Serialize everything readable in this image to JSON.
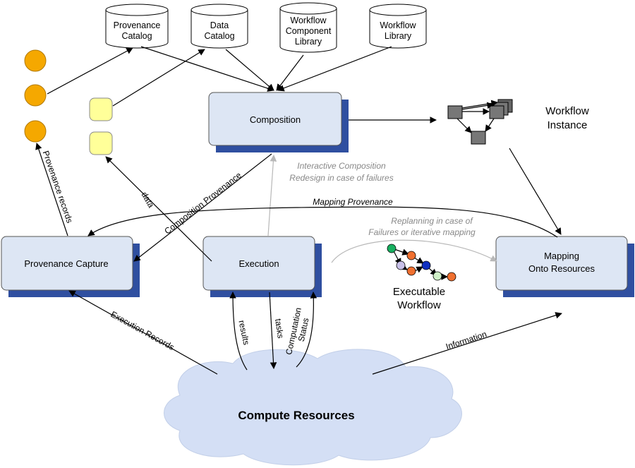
{
  "colors": {
    "box_fill": "#dde6f4",
    "box_shadow": "#2f4fa0",
    "provenance_circle": "#f5a800",
    "composition_square": "#ffff99",
    "cloud": "#d4dff5",
    "grey_text": "#888888"
  },
  "databases": {
    "provenance_catalog": [
      "Provenance",
      "Catalog"
    ],
    "data_catalog": [
      "Data",
      "Catalog"
    ],
    "workflow_component_library": [
      "Workflow",
      "Component",
      "Library"
    ],
    "workflow_library": [
      "Workflow",
      "Library"
    ]
  },
  "boxes": {
    "composition": "Composition",
    "execution": "Execution",
    "provenance_capture": "Provenance Capture",
    "mapping": [
      "Mapping",
      "Onto Resources"
    ]
  },
  "labels": {
    "workflow_instance": [
      "Workflow",
      "Instance"
    ],
    "executable_workflow": [
      "Executable",
      "Workflow"
    ],
    "interactive_composition": [
      "Interactive Composition",
      "Redesign in case of failures"
    ],
    "replanning": [
      "Replanning in case of",
      "Failures or iterative mapping"
    ],
    "mapping_provenance": "Mapping Provenance",
    "provenance_records": "Provenance records",
    "composition_provenance": "Composition Provenance",
    "data": "data",
    "execution_records": "Execution Records",
    "results": "results",
    "tasks": "tasks",
    "computation_status": [
      "Computation",
      "Status"
    ],
    "information": "Information"
  },
  "cloud": "Compute Resources"
}
